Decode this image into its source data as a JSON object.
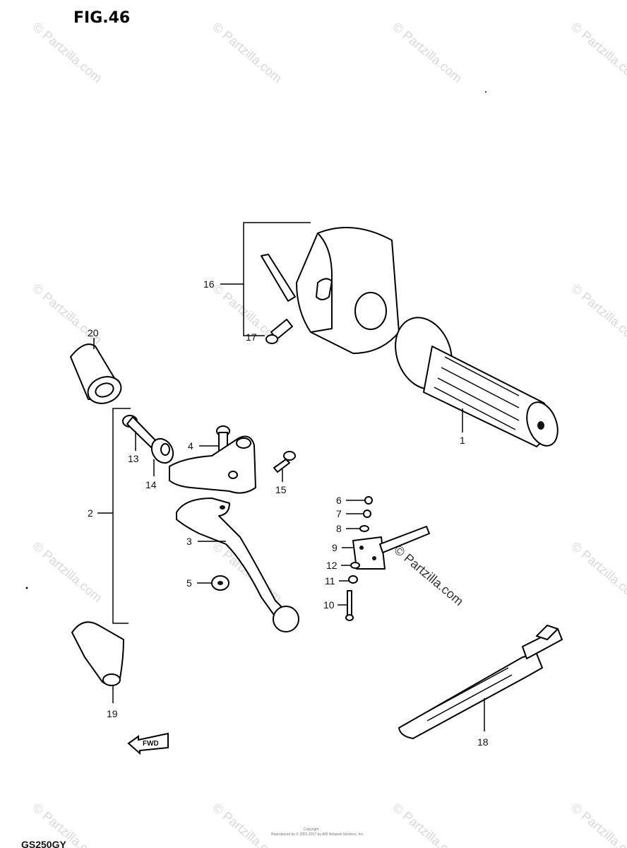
{
  "figure": {
    "title": "FIG.46",
    "model_code": "GS250GY",
    "copyright_line1": "Copyright",
    "copyright_line2": "Reproduced by © 2001-2017 by ARI Network Services, Inc."
  },
  "watermark": {
    "text": "© Partzilla.com"
  },
  "fwd_label": "FWD",
  "callouts": {
    "c1": "1",
    "c2": "2",
    "c3": "3",
    "c4": "4",
    "c5": "5",
    "c6": "6",
    "c7": "7",
    "c8": "8",
    "c9": "9",
    "c10": "10",
    "c11": "11",
    "c12": "12",
    "c13": "13",
    "c14": "14",
    "c15": "15",
    "c16": "16",
    "c17": "17",
    "c18": "18",
    "c19": "19",
    "c20": "20"
  }
}
